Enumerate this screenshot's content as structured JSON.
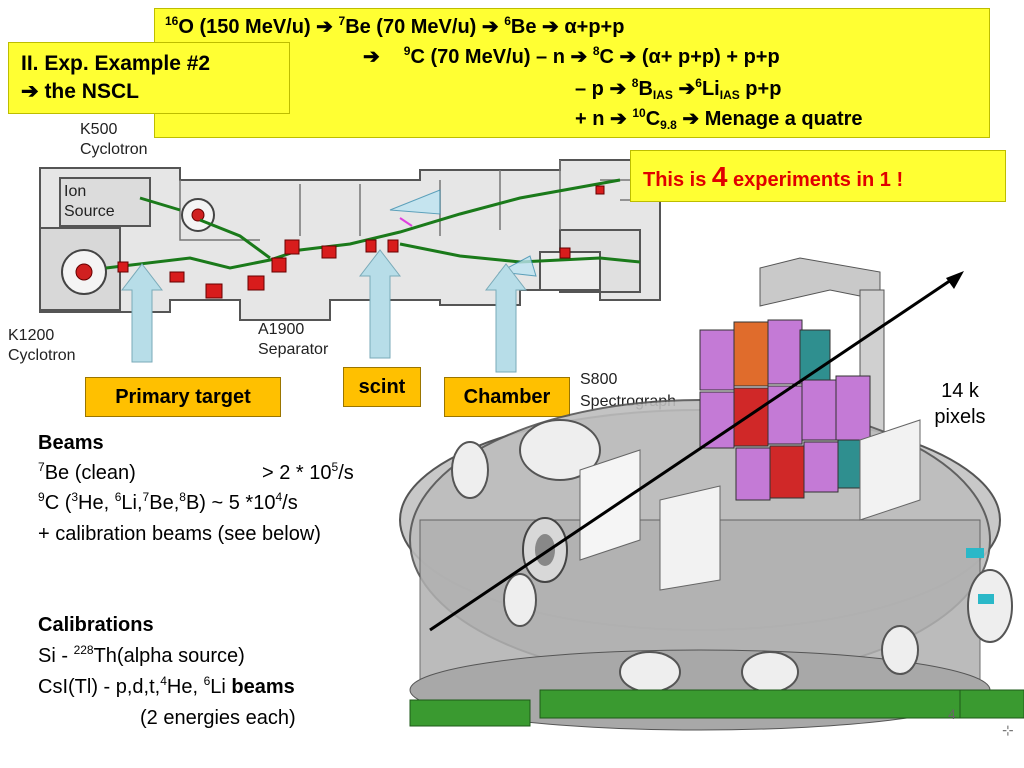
{
  "reaction_box": {
    "line1": {
      "a": "16",
      "b": "O (150 MeV/u) ",
      "arrow1": "➔",
      "c": " ",
      "d": "7",
      "e": "Be (70 MeV/u) ",
      "arrow2": "➔",
      "f": " ",
      "g": "6",
      "h": "Be ",
      "arrow3": "➔",
      "i": " α+p+p"
    },
    "line2": {
      "arrow0": "➔",
      "a": "9",
      "b": "C (70 MeV/u) – n ",
      "arrow1": "➔",
      "c": " ",
      "d": "8",
      "e": "C ",
      "arrow2": "➔",
      "f": " (α+ p+p) + p+p"
    },
    "line3": {
      "a": "– p ",
      "arrow1": "➔",
      "b": " ",
      "c": "8",
      "d": "B",
      "e": "IAS",
      "arrow2": " ➔",
      "f": "6",
      "g": "Li",
      "h": "IAS",
      "i": " p+p"
    },
    "line4": {
      "a": "+ n ",
      "arrow1": "➔",
      "b": " ",
      "c": "10",
      "d": "C",
      "e": "9.8",
      "arrow2": " ➔",
      "f": " Menage a quatre"
    }
  },
  "title": {
    "line1": "II. Exp. Example  #2",
    "arrow": "➔",
    "line2": " the NSCL"
  },
  "claim": {
    "pre": "This is ",
    "num": "4",
    "post": " experiments in 1 !"
  },
  "facility_labels": {
    "k500": "K500",
    "cyclotron1": "Cyclotron",
    "ion": "Ion",
    "source": "Source",
    "k1200": "K1200",
    "cyclotron2": "Cyclotron",
    "a1900": "A1900",
    "separator": "Separator",
    "s800": "S800",
    "spectrograph": "Spectrograph"
  },
  "callouts": {
    "primary_target": "Primary target",
    "scint": "scint",
    "chamber": "Chamber"
  },
  "beams": {
    "heading": "Beams",
    "l1_sup": "7",
    "l1_text": "Be (clean)",
    "l1_value_pre": "> 2 * 10",
    "l1_value_sup": "5",
    "l1_value_post": "/s",
    "l2_sup": "9",
    "l2_a": "C (",
    "l2_s1": "3",
    "l2_b": "He, ",
    "l2_s2": "6",
    "l2_c": "Li,",
    "l2_s3": "7",
    "l2_d": "Be,",
    "l2_s4": "8",
    "l2_e": "B) ~ 5 *10",
    "l2_s5": "4",
    "l2_f": "/s",
    "l3": "+ calibration beams (see below)"
  },
  "calibrations": {
    "heading": "Calibrations",
    "l1_a": "Si - ",
    "l1_sup": "228",
    "l1_b": "Th(alpha source)",
    "l2_a": "CsI(Tl) - p,d,t,",
    "l2_s1": "4",
    "l2_b": "He, ",
    "l2_s2": "6",
    "l2_c": "Li ",
    "l2_bold": "beams",
    "l3": "(2 energies each)"
  },
  "pixels": {
    "line1": "14 k",
    "line2": "pixels"
  },
  "page_number": "4",
  "colors": {
    "yellow_box": "#ffff33",
    "orange_box": "#ffc000",
    "claim_red": "#e00000",
    "arrow_blue": "#b7dde8"
  }
}
